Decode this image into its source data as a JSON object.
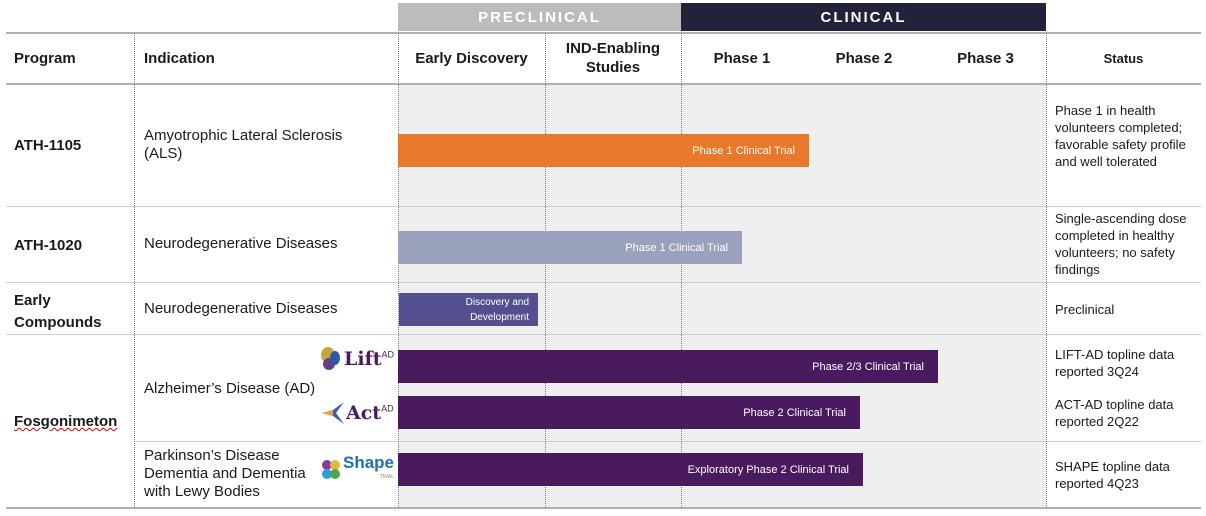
{
  "phase_bands": {
    "preclinical": "PRECLINICAL",
    "clinical": "CLINICAL"
  },
  "columns": {
    "program": "Program",
    "indication": "Indication",
    "early_discovery": "Early Discovery",
    "ind_enabling_1": "IND-Enabling",
    "ind_enabling_2": "Studies",
    "phase1": "Phase 1",
    "phase2": "Phase 2",
    "phase3": "Phase 3",
    "status": "Status"
  },
  "rows": [
    {
      "program": "ATH-1105",
      "indication_1": "Amyotrophic Lateral Sclerosis",
      "indication_2": "(ALS)",
      "bar_label": "Phase 1 Clinical Trial",
      "bar_color": "#e8782a",
      "status": "Phase 1 in health volunteers completed; favorable safety profile and well tolerated"
    },
    {
      "program": "ATH-1020",
      "indication_1": "Neurodegenerative Diseases",
      "bar_label": "Phase 1 Clinical Trial",
      "bar_color": "#9aa1bc",
      "status": "Single-ascending dose completed in healthy volunteers; no safety findings"
    },
    {
      "program_1": "Early",
      "program_2": "Compounds",
      "indication_1": "Neurodegenerative Diseases",
      "bar_label_1": "Discovery and",
      "bar_label_2": "Development",
      "bar_color": "#54508f",
      "status": "Preclinical"
    },
    {
      "program": "Fosgonimeton",
      "indication_1": "Alzheimer’s Disease (AD)",
      "trials": [
        {
          "logo_text": "Lift",
          "logo_sup": "AD",
          "logo_icon": "butterfly-icon",
          "bar_label": "Phase 2/3 Clinical Trial",
          "status": "LIFT-AD topline data reported 3Q24"
        },
        {
          "logo_text": "Act",
          "logo_sup": "AD",
          "logo_icon": "star-icon",
          "bar_label": "Phase 2 Clinical Trial",
          "status": "ACT-AD topline data reported 2Q22"
        }
      ],
      "bar_color": "#4a1a5e"
    },
    {
      "indication_1": "Parkinson’s Disease",
      "indication_2": "Dementia and Dementia",
      "indication_3": "with Lewy Bodies",
      "logo_text": "Shape",
      "logo_sub": "TRIAL",
      "logo_icon": "dots-icon",
      "bar_label": "Exploratory Phase 2 Clinical Trial",
      "bar_color": "#4a1a5e",
      "status": "SHAPE topline data reported 4Q23"
    }
  ]
}
